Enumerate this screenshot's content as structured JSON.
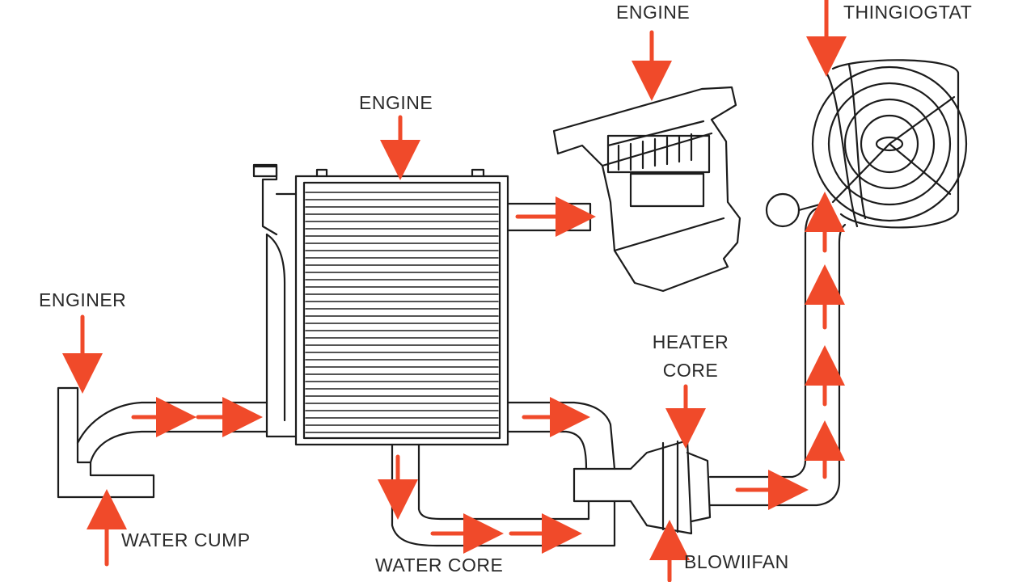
{
  "colors": {
    "stroke": "#1c1c1c",
    "arrow": "#f04a2a",
    "background": "#ffffff"
  },
  "labels": {
    "engine_top": "ENGINE",
    "engine_mid": "ENGINE",
    "engine_left": "ENGINER",
    "thermostat": "THINGIOGTAT",
    "heater_core_line1": "HEATER",
    "heater_core_line2": "CORE",
    "water_pump": "WATER CUMP",
    "water_core": "WATER CORE",
    "blower_fan": "BLOWIIFAN"
  }
}
